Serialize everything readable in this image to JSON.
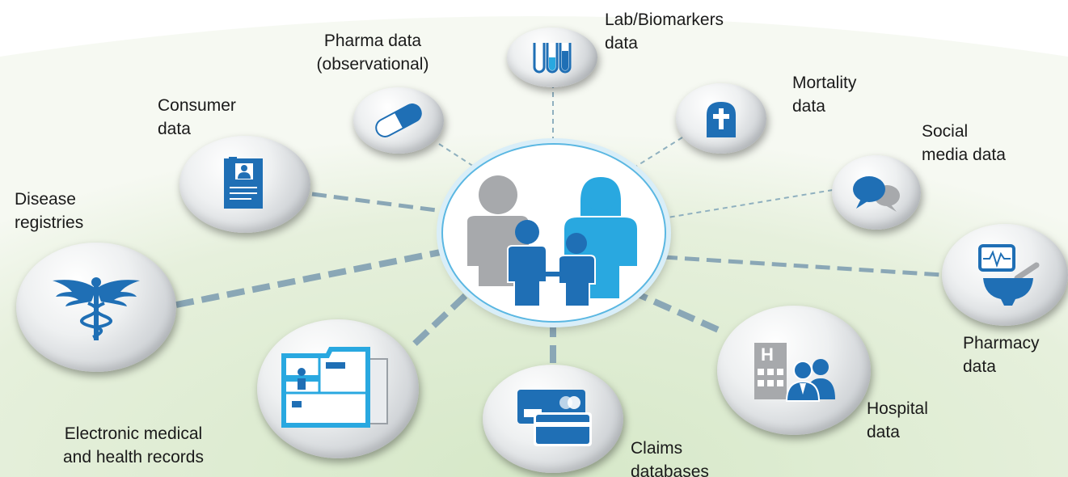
{
  "diagram": {
    "colors": {
      "background_green": "#dfecd3",
      "connector": "#8aa7b6",
      "icon_blue": "#1f6fb5",
      "icon_light_blue": "#29a8e0",
      "figure_gray": "#a7a9ac"
    },
    "center": {
      "name": "family-icon"
    },
    "nodes": [
      {
        "id": "pharma",
        "label": "Pharma data\n(observational)",
        "icon": "pill-icon"
      },
      {
        "id": "lab",
        "label": "Lab/Biomarkers\ndata",
        "icon": "test-tubes-icon"
      },
      {
        "id": "mortality",
        "label": "Mortality\ndata",
        "icon": "tombstone-cross-icon"
      },
      {
        "id": "consumer",
        "label": "Consumer\ndata",
        "icon": "profile-document-icon"
      },
      {
        "id": "social",
        "label": "Social\nmedia data",
        "icon": "speech-bubbles-icon"
      },
      {
        "id": "disease",
        "label": "Disease\nregistries",
        "icon": "caduceus-icon"
      },
      {
        "id": "pharmacy",
        "label": "Pharmacy\ndata",
        "icon": "mortar-pestle-monitor-icon"
      },
      {
        "id": "emr",
        "label": "Electronic medical\nand health records",
        "icon": "file-folder-icon"
      },
      {
        "id": "claims",
        "label": "Claims\ndatabases",
        "icon": "cards-icon"
      },
      {
        "id": "hospital",
        "label": "Hospital\ndata",
        "icon": "hospital-people-icon"
      }
    ]
  }
}
